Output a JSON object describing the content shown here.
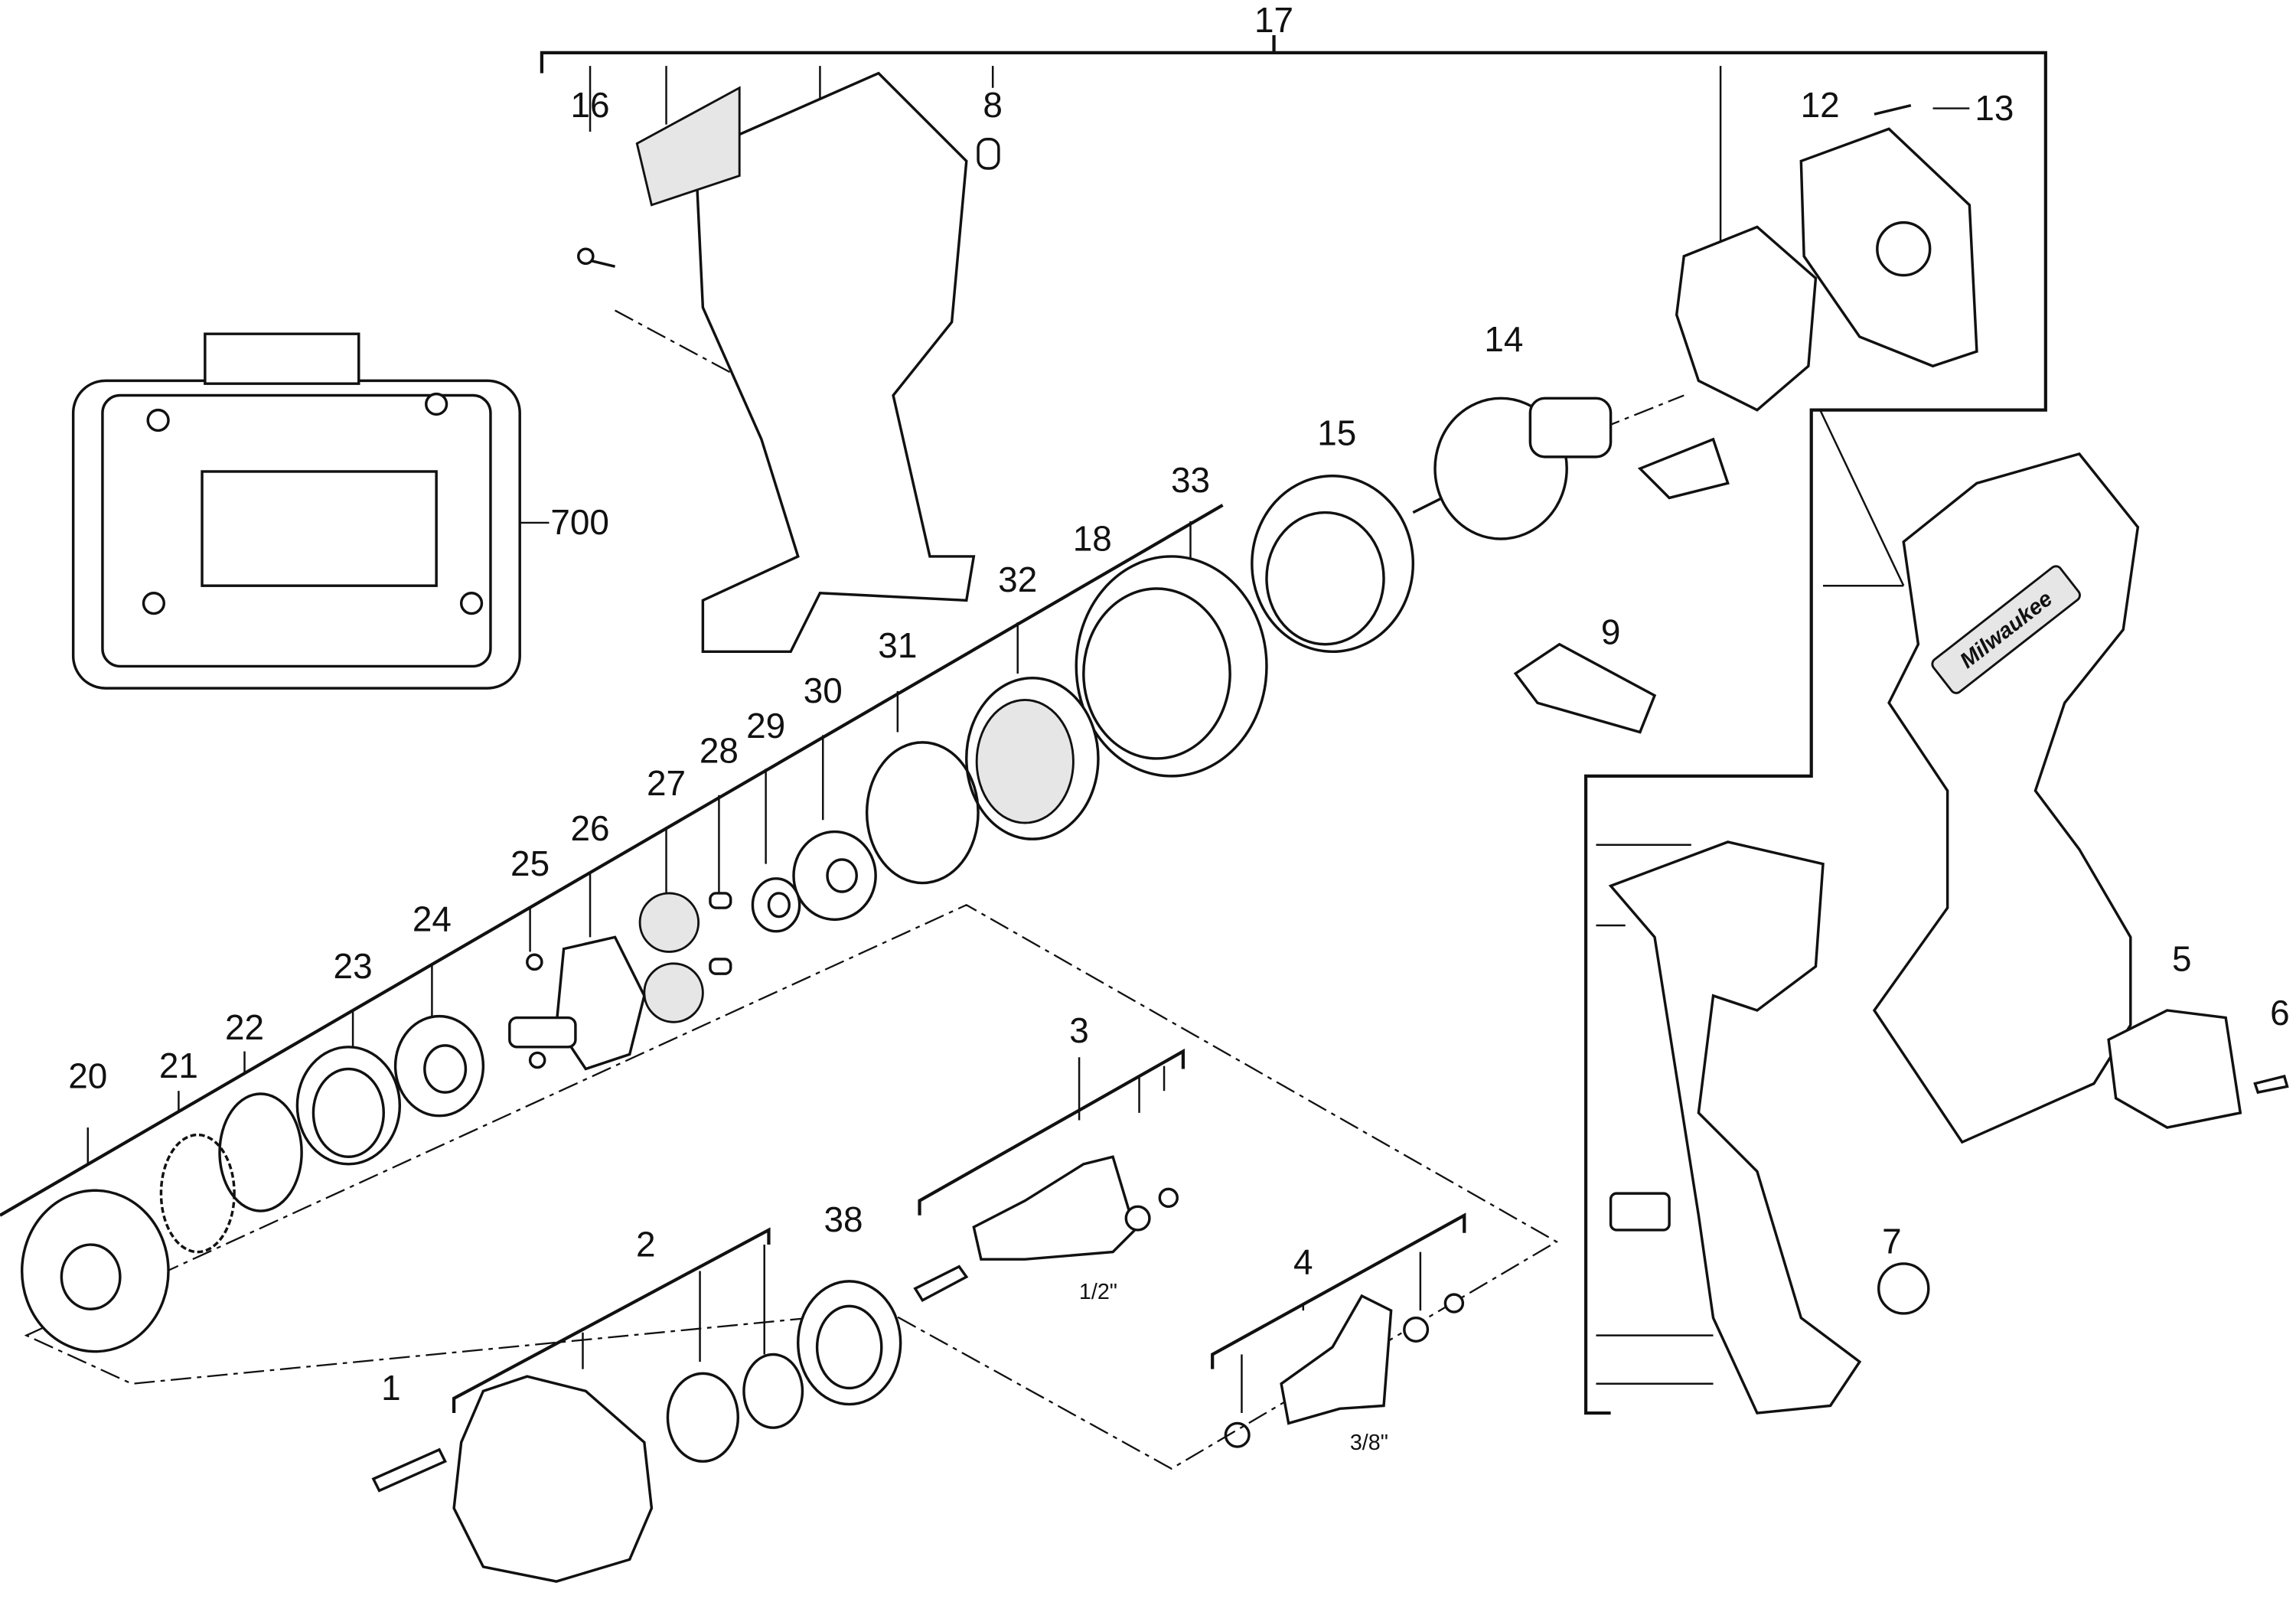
{
  "diagram": {
    "brand_logo": "Milwaukee",
    "callouts": {
      "p1": "1",
      "p2": "2",
      "p3": "3",
      "p4": "4",
      "p5": "5",
      "p6": "6",
      "p7": "7",
      "p8": "8",
      "p9": "9",
      "p12": "12",
      "p13": "13",
      "p14": "14",
      "p15": "15",
      "p16": "16",
      "p17": "17",
      "p18": "18",
      "p20": "20",
      "p21": "21",
      "p22": "22",
      "p23": "23",
      "p24": "24",
      "p25": "25",
      "p26": "26",
      "p27": "27",
      "p28": "28",
      "p29": "29",
      "p30": "30",
      "p31": "31",
      "p32": "32",
      "p33": "33",
      "p38": "38",
      "p700": "700"
    },
    "anvil_sizes": {
      "half": "1/2\"",
      "three_eighths": "3/8\""
    }
  }
}
